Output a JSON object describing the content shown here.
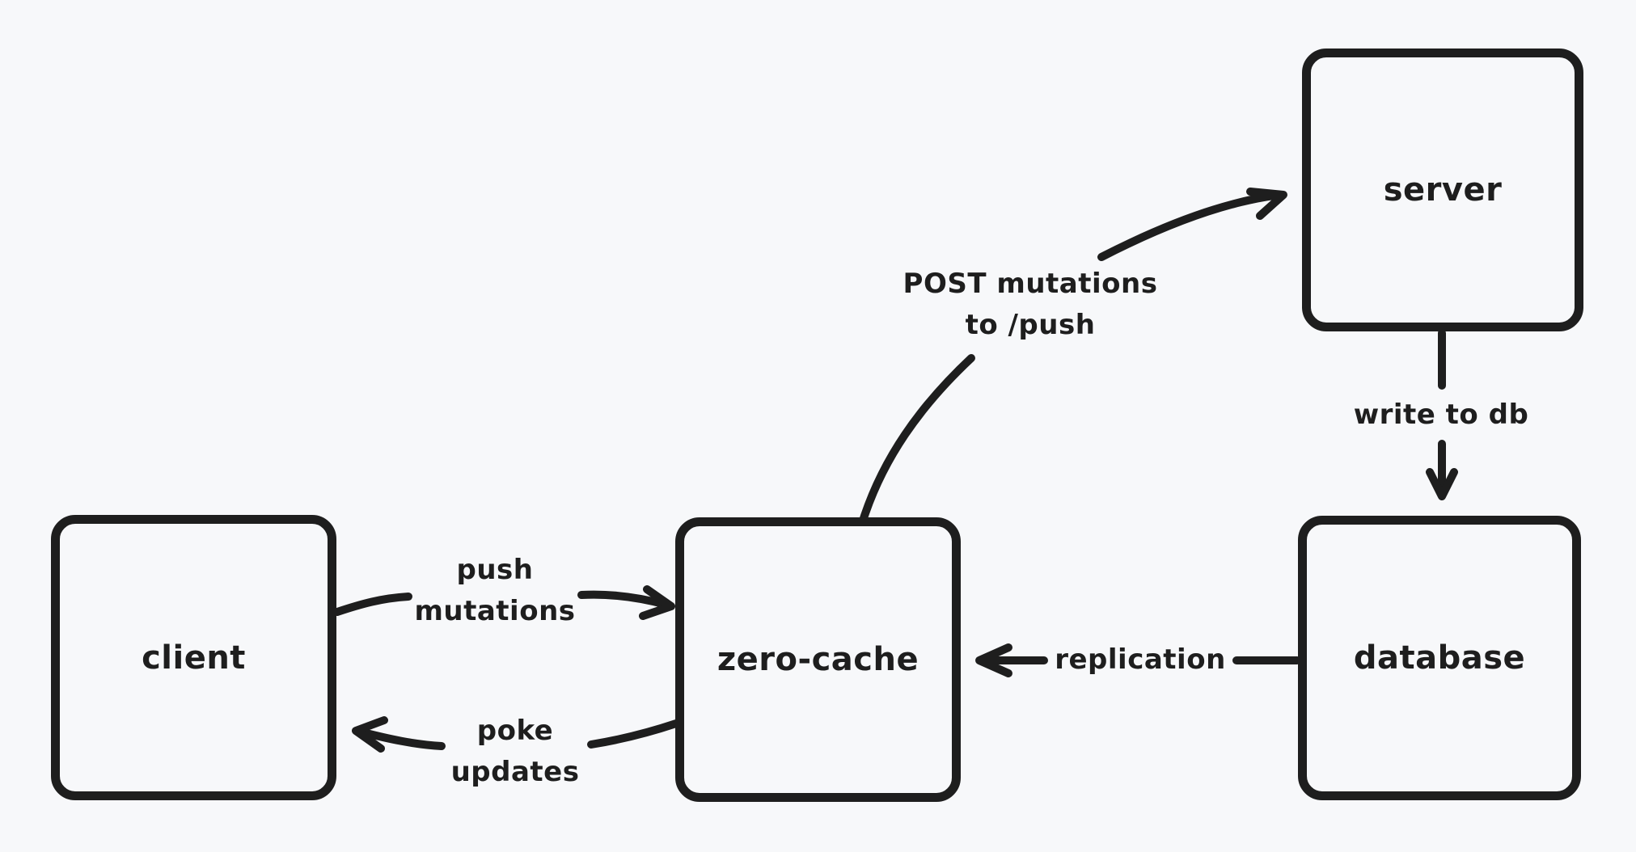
{
  "diagram": {
    "type": "flow-diagram",
    "style": "hand-drawn",
    "colors": {
      "background": "#f7f8fa",
      "stroke": "#1e1e1e"
    },
    "nodes": {
      "client": {
        "label": "client"
      },
      "zero_cache": {
        "label": "zero-cache"
      },
      "server": {
        "label": "server"
      },
      "database": {
        "label": "database"
      }
    },
    "edges": {
      "push_mutations": {
        "from": "client",
        "to": "zero-cache",
        "lines": [
          "push",
          "mutations"
        ]
      },
      "poke_updates": {
        "from": "zero-cache",
        "to": "client",
        "lines": [
          "poke",
          "updates"
        ]
      },
      "post_mutations": {
        "from": "zero-cache",
        "to": "server",
        "lines": [
          "POST mutations",
          "to /push"
        ]
      },
      "write_to_db": {
        "from": "server",
        "to": "database",
        "lines": [
          "write to db"
        ]
      },
      "replication": {
        "from": "database",
        "to": "zero-cache",
        "lines": [
          "replication"
        ]
      }
    }
  }
}
